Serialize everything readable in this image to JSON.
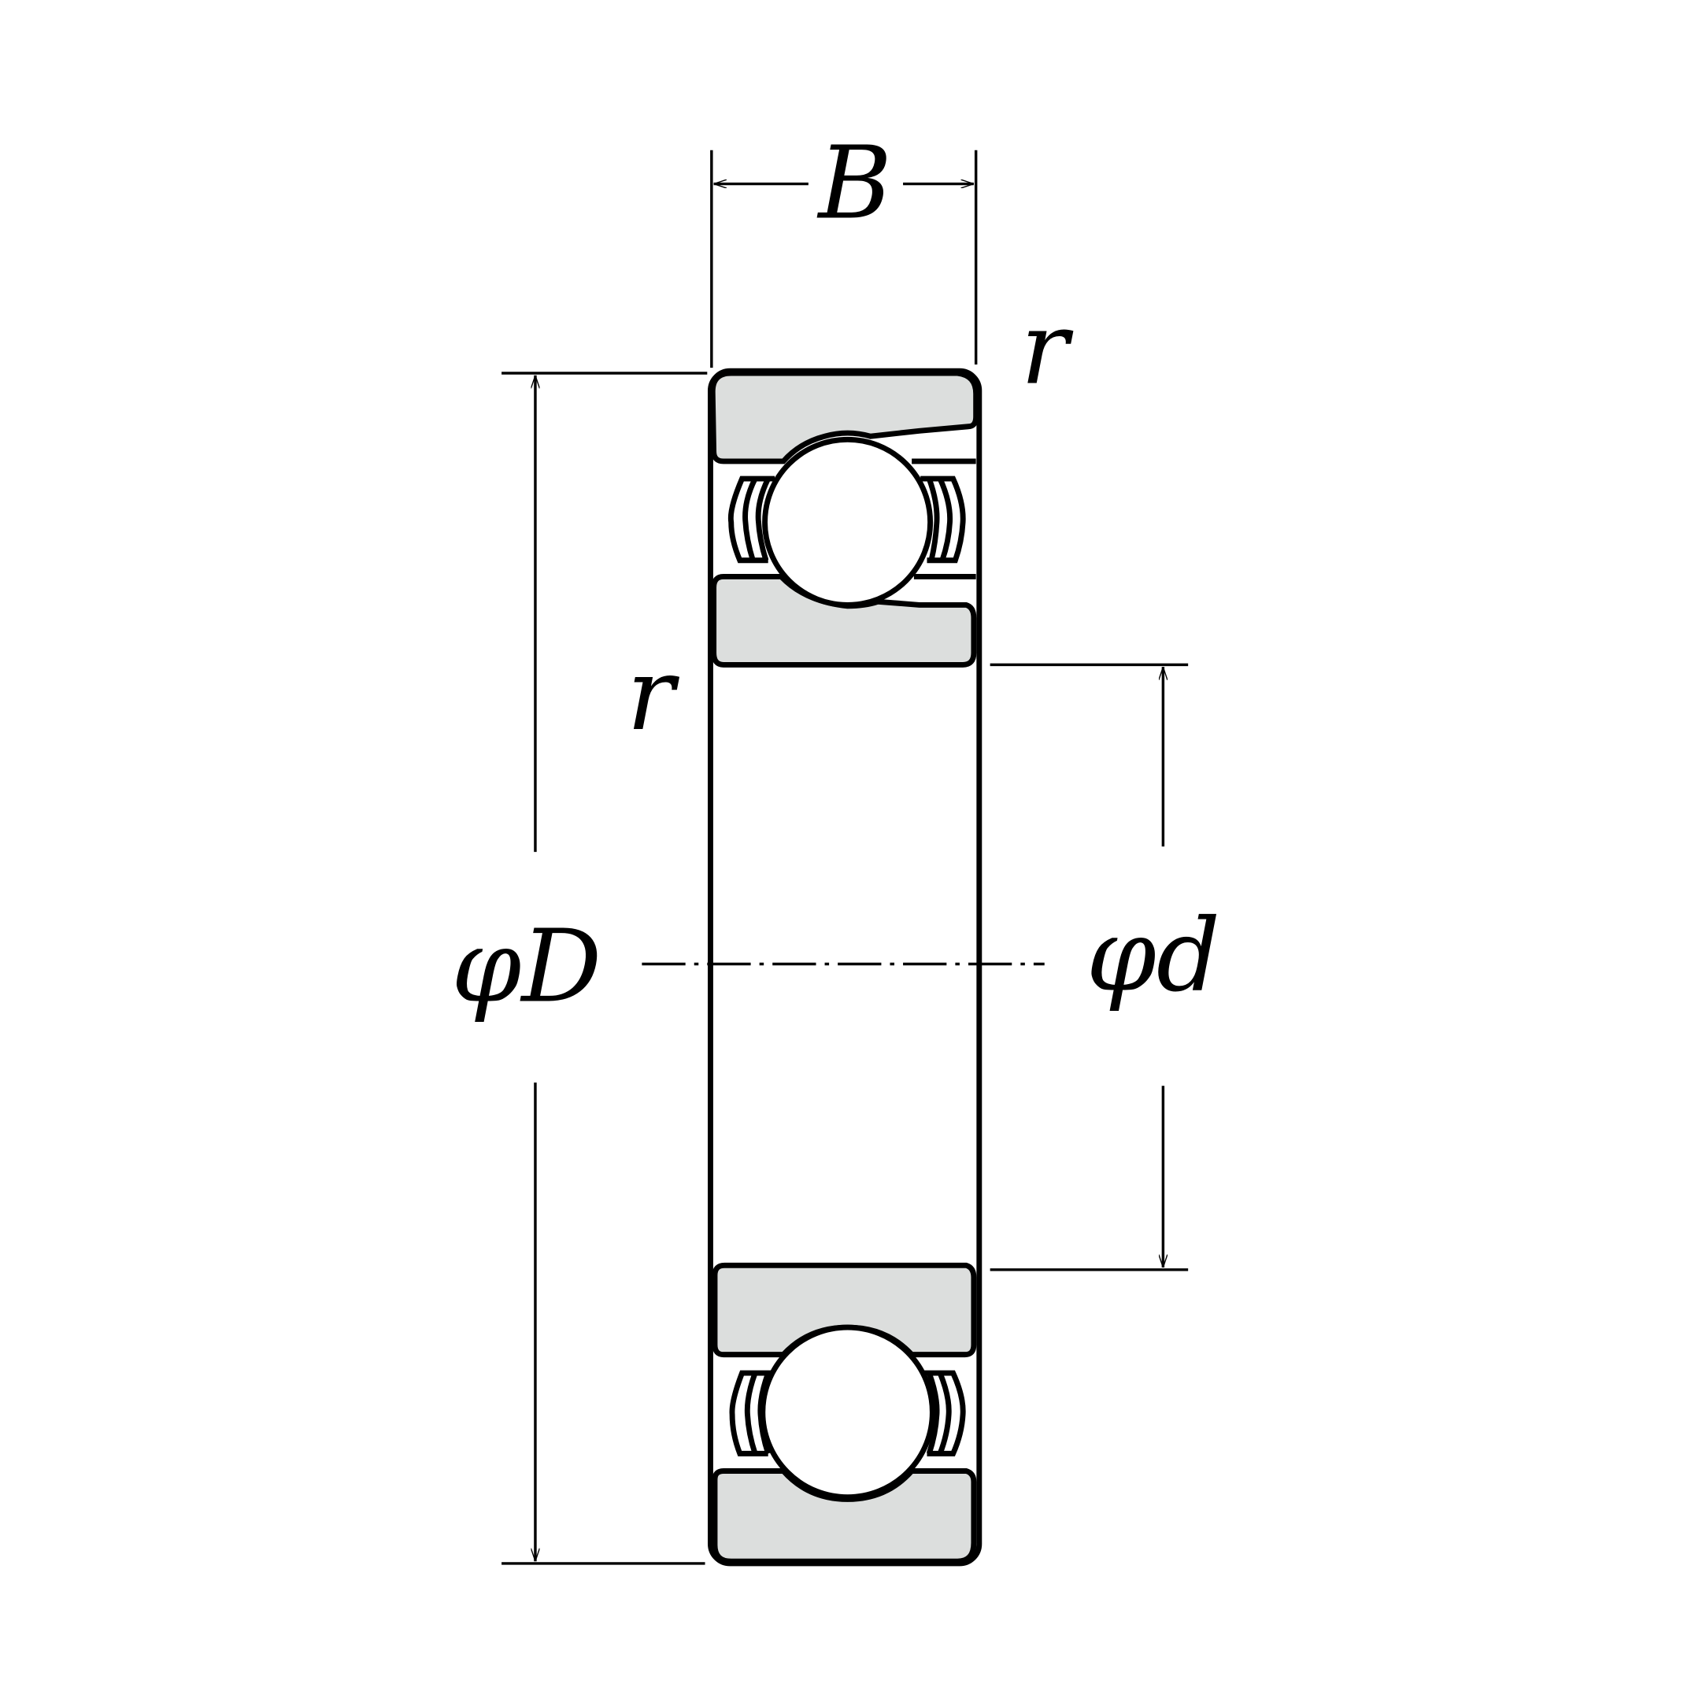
{
  "labels": {
    "width": "B",
    "chamfer_top": "r",
    "chamfer_inner": "r",
    "outer_diameter": "φD",
    "inner_diameter": "φd"
  },
  "colors": {
    "ring_fill": "#dcdedd",
    "line": "#000000"
  }
}
